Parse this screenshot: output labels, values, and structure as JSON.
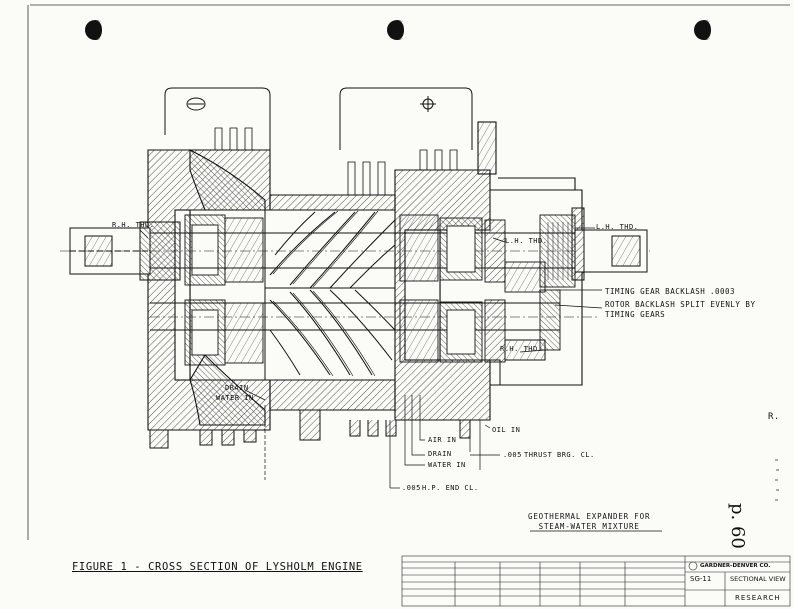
{
  "figure_caption": "FIGURE 1 - CROSS SECTION OF LYSHOLM ENGINE",
  "drawing_title": {
    "line1": "GEOTHERMAL EXPANDER FOR",
    "line2": "STEAM-WATER MIXTURE"
  },
  "callouts": {
    "rh_thd_left": "R.H. THD.",
    "lh_thd_upper": "L.H. THD.",
    "lh_thd_right": "L.H. THD.",
    "rh_thd_lower": "R.H. THD.",
    "timing_gear_backlash": "TIMING GEAR BACKLASH",
    "timing_gear_backlash_value": ".0003",
    "rotor_backlash_1": "ROTOR BACKLASH SPLIT EVENLY BY",
    "rotor_backlash_2": "TIMING GEARS",
    "drain_left": "DRAIN",
    "water_in_left": "WATER IN",
    "oil_in": "OIL IN",
    "air_in": "AIR IN",
    "drain_lower": "DRAIN",
    "water_in_lower": "WATER IN",
    "thrust_brg": "THRUST BRG. CL.",
    "thrust_brg_value": ".005",
    "hp_end": "H.P. END CL.",
    "hp_end_value": ".005"
  },
  "title_block": {
    "company": "GARDNER-DENVER CO.",
    "drawing_no": "SG-11",
    "view": "SECTIONAL VIEW",
    "dept": "RESEARCH"
  },
  "page_number": "p. 60",
  "side_mark": "R."
}
